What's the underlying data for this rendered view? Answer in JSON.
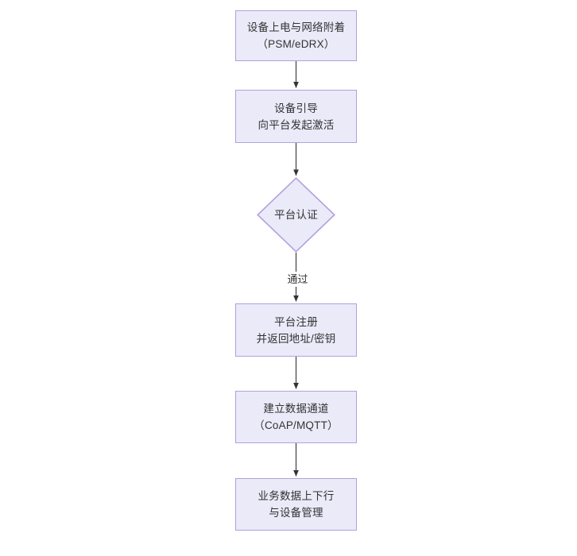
{
  "diagram": {
    "type": "flowchart",
    "orientation": "top-to-bottom",
    "theme": {
      "node_fill": "#eaeaf9",
      "node_border": "#b3a0dd",
      "text_color": "#333333",
      "connector_color": "#333333",
      "background": "#ffffff"
    },
    "nodes": [
      {
        "id": "n1",
        "shape": "rectangle",
        "lines": [
          "设备上电与网络附着",
          "（PSM/eDRX）"
        ]
      },
      {
        "id": "n2",
        "shape": "rectangle",
        "lines": [
          "设备引导",
          "向平台发起激活"
        ]
      },
      {
        "id": "n3",
        "shape": "diamond",
        "lines": [
          "平台认证"
        ]
      },
      {
        "id": "n4",
        "shape": "rectangle",
        "lines": [
          "平台注册",
          "并返回地址/密钥"
        ]
      },
      {
        "id": "n5",
        "shape": "rectangle",
        "lines": [
          "建立数据通道",
          "（CoAP/MQTT）"
        ]
      },
      {
        "id": "n6",
        "shape": "rectangle",
        "lines": [
          "业务数据上下行",
          "与设备管理"
        ]
      }
    ],
    "edges": [
      {
        "id": "e1",
        "from": "n1",
        "to": "n2",
        "label": ""
      },
      {
        "id": "e2",
        "from": "n2",
        "to": "n3",
        "label": ""
      },
      {
        "id": "e3",
        "from": "n3",
        "to": "n4",
        "label": "通过"
      },
      {
        "id": "e4",
        "from": "n4",
        "to": "n5",
        "label": ""
      },
      {
        "id": "e5",
        "from": "n5",
        "to": "n6",
        "label": ""
      }
    ]
  }
}
